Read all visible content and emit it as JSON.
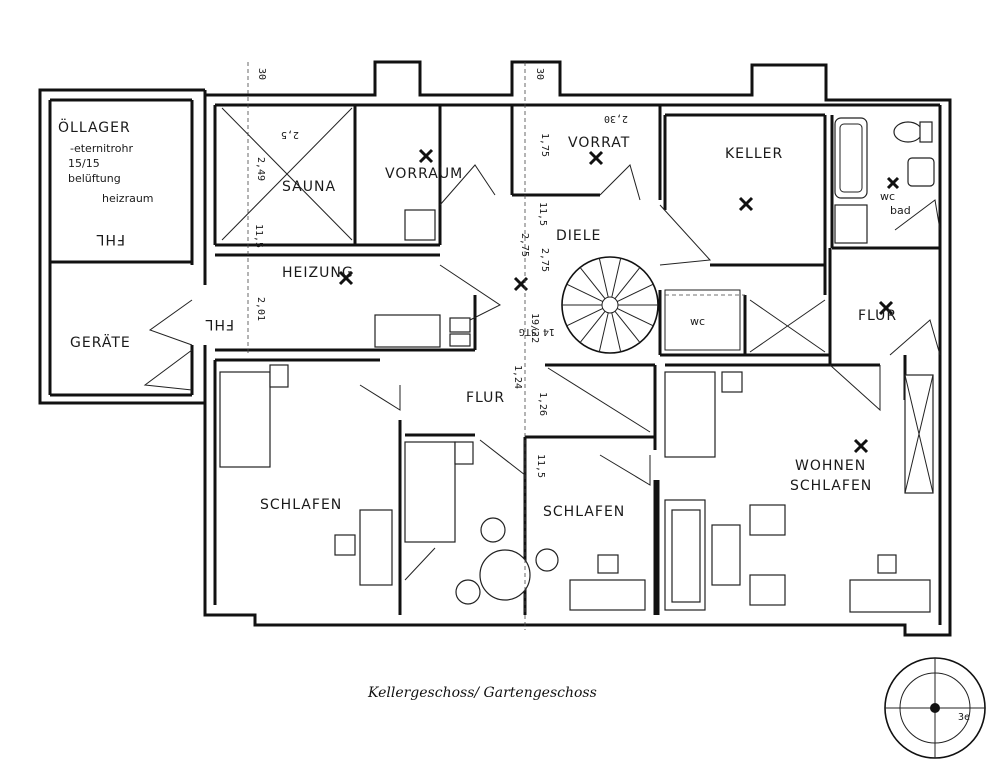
{
  "rooms": {
    "oellager": "ÖLLAGER",
    "oellager_note1": "-eternitrohr",
    "oellager_note2": "15/15",
    "oellager_note3": "belüftung",
    "oellager_note4": "heizraum",
    "fhl_top": "FHL",
    "sauna": "SAUNA",
    "vorraum": "VORRAUM",
    "vorrat": "VORRAT",
    "keller": "KELLER",
    "wc_bad": "wc",
    "wc_bad2": "bad",
    "heizung": "HEIZUNG",
    "diele": "DIELE",
    "wc": "wc",
    "flur_right": "FLUR",
    "geraete": "GERÄTE",
    "fhl_left": "FHL",
    "flur_center": "FLUR",
    "schlafen_left": "SCHLAFEN",
    "schlafen_mid": "SCHLAFEN",
    "wohnen": "WOHNEN",
    "schlafen_right": "SCHLAFEN"
  },
  "dimensions": {
    "d30_left": "30",
    "d30_mid": "30",
    "d249": "2,49",
    "d115_sauna": "11,5",
    "d25": "2,5",
    "d175": "1,75",
    "d30_vorrat": "2,30",
    "d115_diele": "11,5",
    "d275": "2,75",
    "d275b": "2,75",
    "d201": "2,01",
    "d1922": "19/22",
    "d14stg": "14 STG",
    "d124": "1,24",
    "d126": "1,26",
    "d115_flur": "11,5"
  },
  "caption": "Kellergeschoss/ Gartengeschoss",
  "compass": "3e"
}
